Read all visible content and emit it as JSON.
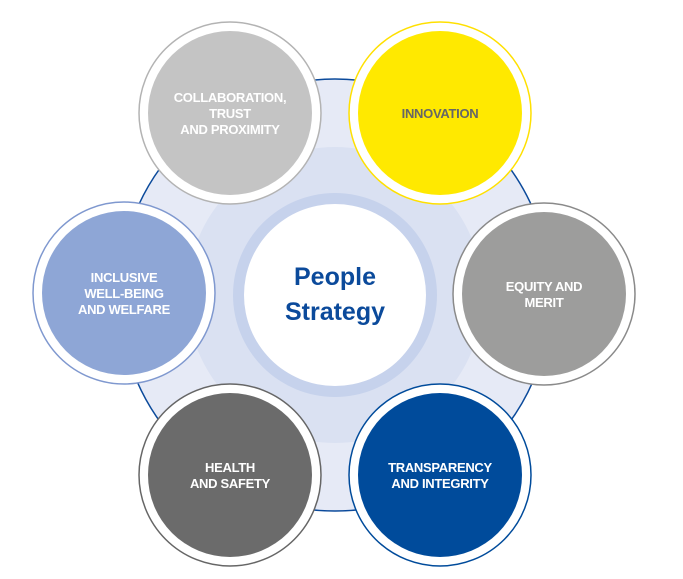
{
  "center": {
    "line1": "People",
    "line2": "Strategy"
  },
  "pillars": [
    {
      "id": "collaboration",
      "lines": [
        "COLLABORATION,",
        "TRUST",
        "AND PROXIMITY"
      ],
      "fill": "#c4c4c4",
      "stroke": "#b3b3b3",
      "text": "#ffffff"
    },
    {
      "id": "innovation",
      "lines": [
        "INNOVATION"
      ],
      "fill": "#ffe900",
      "stroke": "#ffe000",
      "text": "#666666"
    },
    {
      "id": "equity",
      "lines": [
        "EQUITY AND",
        "MERIT"
      ],
      "fill": "#9d9d9c",
      "stroke": "#8a8a8a",
      "text": "#ffffff"
    },
    {
      "id": "transparency",
      "lines": [
        "TRANSPARENCY",
        "AND INTEGRITY"
      ],
      "fill": "#004b9b",
      "stroke": "#004b9b",
      "text": "#ffffff"
    },
    {
      "id": "health",
      "lines": [
        "HEALTH",
        "AND SAFETY"
      ],
      "fill": "#6b6b6b",
      "stroke": "#666666",
      "text": "#ffffff"
    },
    {
      "id": "inclusive",
      "lines": [
        "INCLUSIVE",
        "WELL-BEING",
        "AND WELFARE"
      ],
      "fill": "#8ea6d6",
      "stroke": "#7f98cf",
      "text": "#ffffff"
    }
  ]
}
